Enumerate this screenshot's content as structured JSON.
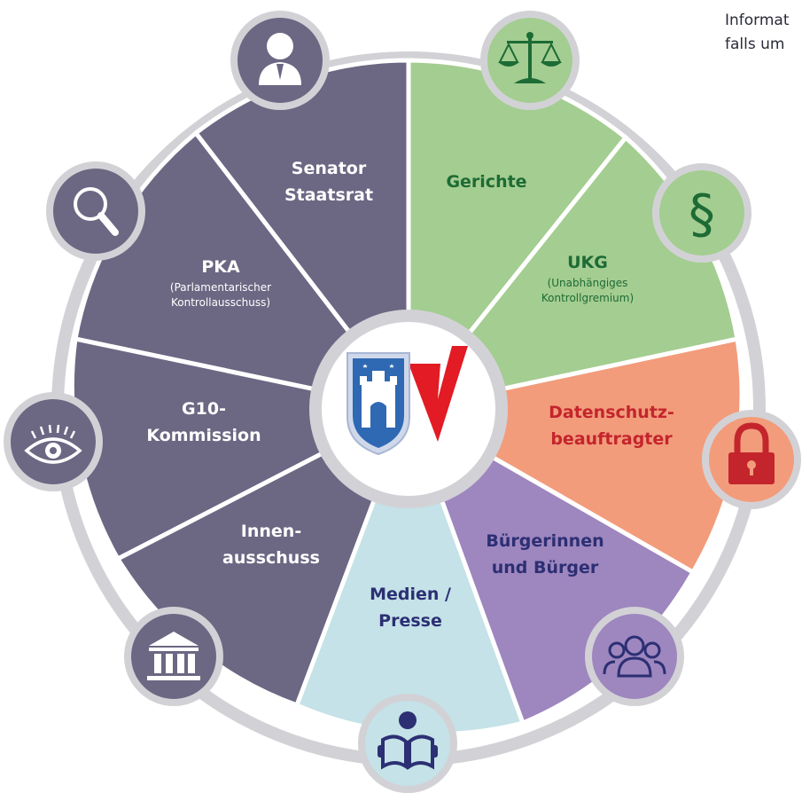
{
  "side_text": {
    "line1": "Informat",
    "line2": "falls um"
  },
  "segments": {
    "senator": {
      "line1": "Senator",
      "line2": "Staatsrat",
      "icon": "person-icon"
    },
    "gerichte": {
      "line1": "Gerichte",
      "icon": "scales-of-justice-icon"
    },
    "ukg": {
      "line1": "UKG",
      "sub1": "(Unabhängiges",
      "sub2": "Kontrollgremium)",
      "icon": "paragraph-icon"
    },
    "datenschutz": {
      "line1": "Datenschutz-",
      "line2": "beauftragter",
      "icon": "padlock-icon"
    },
    "buerger": {
      "line1": "Bürgerinnen",
      "line2": "und Bürger",
      "icon": "people-group-icon"
    },
    "medien": {
      "line1": "Medien /",
      "line2": "Presse",
      "icon": "person-reading-icon"
    },
    "innen": {
      "line1": "Innen-",
      "line2": "ausschuss",
      "icon": "government-building-icon"
    },
    "g10": {
      "line1": "G10-",
      "line2": "Kommission",
      "icon": "eye-icon"
    },
    "pka": {
      "line1": "PKA",
      "sub1": "(Parlamentarischer",
      "sub2": "Kontrollausschuss)",
      "icon": "magnifier-icon"
    }
  },
  "center": {
    "icon": "hamburg-coat-of-arms-logo"
  },
  "colors": {
    "purple": "#6c6783",
    "green": "#a4cd91",
    "green_text": "#1d6b35",
    "salmon": "#f29c7c",
    "red_text": "#c4252c",
    "lavender": "#9e86bf",
    "navy_text": "#2c2f73",
    "lightblue": "#c4e2e7",
    "ring_gray": "#d2d2d6"
  }
}
